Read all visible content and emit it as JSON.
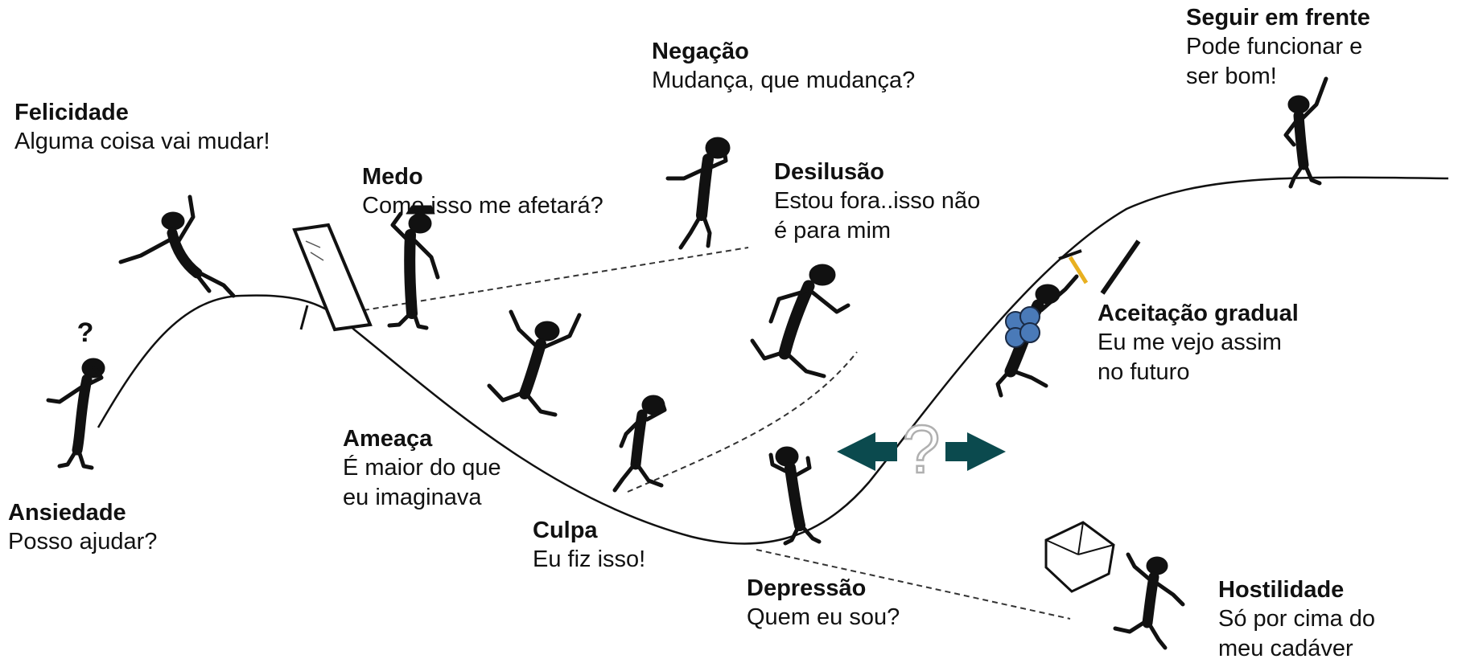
{
  "stages": [
    {
      "id": "ansiedade",
      "title": "Ansiedade",
      "lines": [
        "Posso ajudar?"
      ]
    },
    {
      "id": "felicidade",
      "title": "Felicidade",
      "lines": [
        "Alguma coisa vai mudar!"
      ]
    },
    {
      "id": "medo",
      "title": "Medo",
      "lines": [
        "Como isso me afetará?"
      ]
    },
    {
      "id": "ameaca",
      "title": "Ameaça",
      "lines": [
        "É maior do que",
        "eu imaginava"
      ]
    },
    {
      "id": "culpa",
      "title": "Culpa",
      "lines": [
        "Eu fiz isso!"
      ]
    },
    {
      "id": "negacao",
      "title": "Negação",
      "lines": [
        "Mudança, que mudança?"
      ]
    },
    {
      "id": "desilusao",
      "title": "Desilusão",
      "lines": [
        "Estou fora..isso não",
        "é para mim"
      ]
    },
    {
      "id": "depressao",
      "title": "Depressão",
      "lines": [
        "Quem eu sou?"
      ]
    },
    {
      "id": "hostilidade",
      "title": "Hostilidade",
      "lines": [
        "Só por cima do",
        "meu cadáver"
      ]
    },
    {
      "id": "aceitacao",
      "title": "Aceitação gradual",
      "lines": [
        "Eu me vejo assim",
        "no futuro"
      ]
    },
    {
      "id": "seguir",
      "title": "Seguir em frente",
      "lines": [
        "Pode funcionar e",
        "ser bom!"
      ]
    }
  ],
  "symbols": {
    "question_mark": "?",
    "center_question": "?"
  },
  "colors": {
    "arrow": "#0b4a4e",
    "backpack": "#4a7ab8",
    "pickaxe": "#e8b020",
    "ink": "#111111"
  }
}
